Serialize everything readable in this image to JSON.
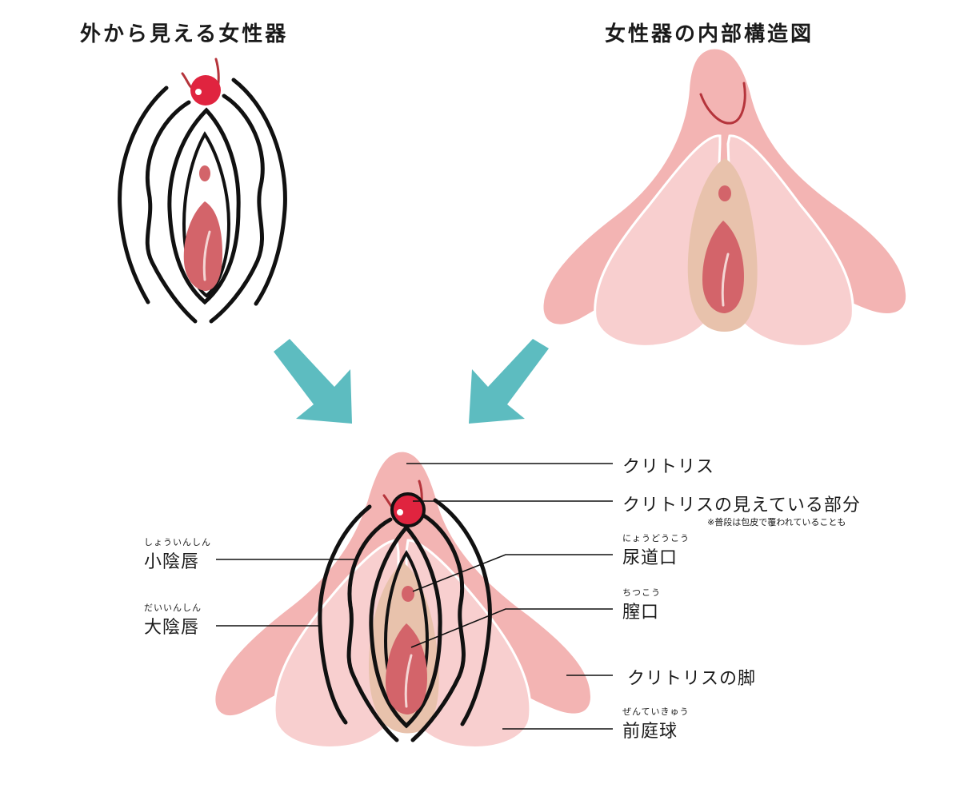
{
  "titles": {
    "external": "外から見える女性器",
    "internal": "女性器の内部構造図"
  },
  "labels": {
    "clitoris": "クリトリス",
    "visible_part": "クリトリスの見えている部分",
    "hood_note": "※普段は包皮で覆われていることも",
    "urethral_opening": "尿道口",
    "urethral_opening_ruby": "にょうどうこう",
    "vaginal_opening": "膣口",
    "vaginal_opening_ruby": "ちつこう",
    "clitoral_crura": "クリトリスの脚",
    "vestibular_bulb": "前庭球",
    "vestibular_bulb_ruby": "ぜんていきゅう",
    "labia_minora": "小陰唇",
    "labia_minora_ruby": "しょういんしん",
    "labia_majora": "大陰唇",
    "labia_majora_ruby": "だいいんしん"
  },
  "colors": {
    "clitoris_body": "#f3b4b3",
    "bulb": "#f8cfcf",
    "vestibule": "#e8c2ac",
    "opening": "#d3646a",
    "glans": "#e0243f",
    "vessel": "#b5343b",
    "arrow": "#5dbcc0",
    "outline": "#111111"
  }
}
